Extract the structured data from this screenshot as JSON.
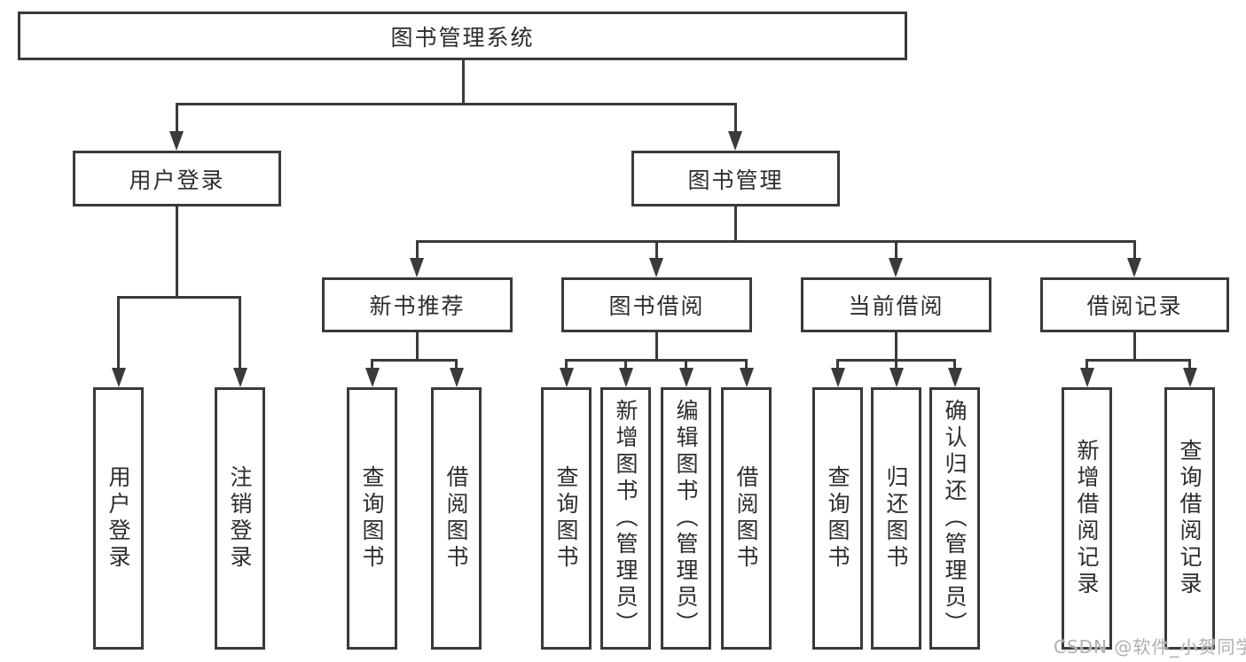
{
  "tree": {
    "root": {
      "label": "图书管理系统"
    },
    "l1": [
      {
        "label": "用户登录"
      },
      {
        "label": "图书管理"
      }
    ],
    "l2": [
      {
        "label": "新书推荐"
      },
      {
        "label": "图书借阅"
      },
      {
        "label": "当前借阅"
      },
      {
        "label": "借阅记录"
      }
    ],
    "l3": {
      "user_login": [
        {
          "label": "用户登录"
        },
        {
          "label": "注销登录"
        }
      ],
      "new_books": [
        {
          "label": "查询图书"
        },
        {
          "label": "借阅图书"
        }
      ],
      "book_borrow": [
        {
          "label": "查询图书"
        },
        {
          "label": "新增图书（管理员）"
        },
        {
          "label": "编辑图书（管理员）"
        },
        {
          "label": "借阅图书"
        }
      ],
      "current_borrow": [
        {
          "label": "查询图书"
        },
        {
          "label": "归还图书"
        },
        {
          "label": "确认归还（管理员）"
        }
      ],
      "borrow_records": [
        {
          "label": "新增借阅记录"
        },
        {
          "label": "查询借阅记录"
        }
      ]
    }
  },
  "watermark": "CSDN @软件_小贺同学",
  "colors": {
    "line": "#3a3a3a",
    "text": "#2d2d2d",
    "watermark": "#b0b0b0",
    "background": "#ffffff"
  }
}
